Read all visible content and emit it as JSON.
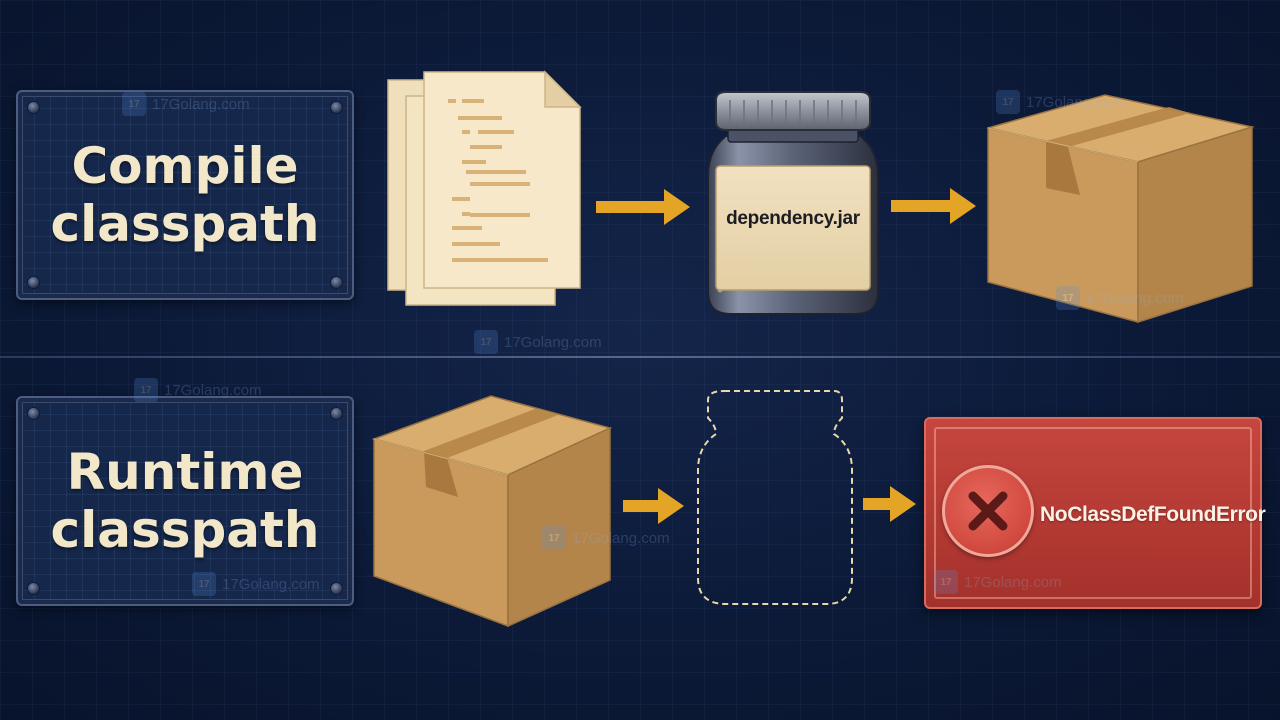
{
  "rows": [
    {
      "label": "Compile classpath",
      "label_lines": [
        "Compile",
        "classpath"
      ],
      "items": [
        "source-files",
        "jar",
        "box"
      ]
    },
    {
      "label": "Runtime classpath",
      "label_lines": [
        "Runtime",
        "classpath"
      ],
      "items": [
        "box",
        "missing-jar",
        "error"
      ]
    }
  ],
  "jar_label": "dependency.jar",
  "error_message": "NoClassDefFoundError",
  "watermark": "17Golang.com",
  "colors": {
    "background": "#0c1a38",
    "panel_text": "#f3e7c9",
    "arrow": "#e4a526",
    "error_red": "#c5463e",
    "cardboard": "#c99a5b"
  },
  "icons": {
    "source": "document-stack-icon",
    "jar": "jar-icon",
    "box": "package-box-icon",
    "missing": "missing-jar-outline-icon",
    "error": "error-x-icon"
  }
}
